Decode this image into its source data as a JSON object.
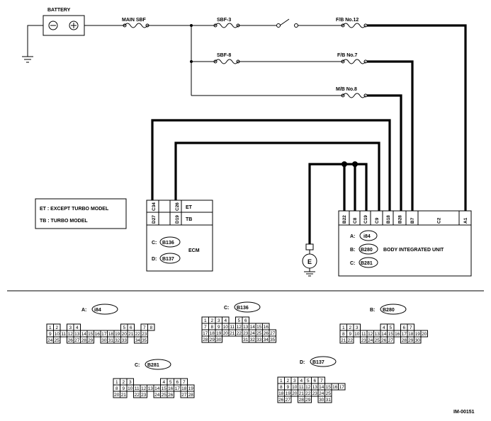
{
  "battery": {
    "label": "BATTERY",
    "minus": "⊖",
    "plus": "⊕"
  },
  "fuses": {
    "main_sbf": "MAIN SBF",
    "sbf3": "SBF-3",
    "sbf8": "SBF-8",
    "fb12": "F/B No.12",
    "fb7": "F/B No.7",
    "mb8": "M/B No.8"
  },
  "legend": {
    "et": "ET : EXCEPT TURBO MODEL",
    "tb": "TB : TURBO MODEL"
  },
  "ecm": {
    "name": "ECM",
    "pins_top": [
      "C34",
      "C26"
    ],
    "pins_bottom": [
      "D27",
      "D19"
    ],
    "row_et": "ET",
    "row_tb": "TB",
    "conn_c_label": "C:",
    "conn_c": "B136",
    "conn_d_label": "D:",
    "conn_d": "B137"
  },
  "ground_label": "E",
  "biu": {
    "name": "BODY INTEGRATED UNIT",
    "pins": [
      "B22",
      "C8",
      "C19",
      "C9",
      "B18",
      "B28",
      "B7",
      "C2",
      "A1"
    ],
    "conn_a_label": "A:",
    "conn_a": "i84",
    "conn_b_label": "B:",
    "conn_b": "B280",
    "conn_c_label": "C:",
    "conn_c": "B281"
  },
  "connectors": {
    "i84": {
      "label": "A:",
      "id": "i84",
      "rows": [
        [
          "1",
          "2",
          "",
          "3",
          "4",
          "",
          "",
          "",
          "",
          "",
          "",
          "5",
          "6",
          "",
          "7",
          "8"
        ],
        [
          "9",
          "10",
          "11",
          "12",
          "13",
          "14",
          "15",
          "16",
          "17",
          "18",
          "19",
          "20",
          "21",
          "22",
          "23"
        ],
        [
          "24",
          "25",
          "",
          "26",
          "27",
          "28",
          "29",
          "",
          "30",
          "31",
          "32",
          "33",
          "",
          "34",
          "35"
        ]
      ]
    },
    "b136": {
      "label": "C:",
      "id": "B136",
      "rows": [
        [
          "1",
          "2",
          "3",
          "4",
          "",
          "5",
          "6"
        ],
        [
          "7",
          "8",
          "9",
          "10",
          "11",
          "12",
          "13",
          "14",
          "15",
          "16"
        ],
        [
          "17",
          "18",
          "19",
          "20",
          "21",
          "22",
          "23",
          "24",
          "25",
          "26",
          "27"
        ],
        [
          "28",
          "29",
          "30",
          "",
          "",
          "",
          "31",
          "32",
          "33",
          "34",
          "35"
        ]
      ]
    },
    "b280": {
      "label": "B:",
      "id": "B280",
      "rows": [
        [
          "1",
          "2",
          "3",
          "",
          "",
          "",
          "4",
          "5",
          "",
          "6",
          "7"
        ],
        [
          "8",
          "9",
          "10",
          "11",
          "12",
          "13",
          "14",
          "15",
          "16",
          "17",
          "18",
          "19",
          "20"
        ],
        [
          "21",
          "22",
          "",
          "23",
          "24",
          "25",
          "26",
          "27",
          "",
          "28",
          "29",
          "30"
        ]
      ]
    },
    "b281": {
      "label": "C:",
      "id": "B281",
      "rows": [
        [
          "1",
          "2",
          "3",
          "",
          "",
          "",
          "",
          "4",
          "5",
          "6",
          "7"
        ],
        [
          "8",
          "9",
          "10",
          "11",
          "12",
          "13",
          "14",
          "15",
          "16",
          "17",
          "18",
          "19"
        ],
        [
          "20",
          "21",
          "",
          "22",
          "23",
          "",
          "24",
          "25",
          "26",
          "",
          "27",
          "28"
        ]
      ]
    },
    "b137": {
      "label": "D:",
      "id": "B137",
      "rows": [
        [
          "1",
          "2",
          "3",
          "4",
          "5",
          "6",
          "7"
        ],
        [
          "8",
          "9",
          "10",
          "11",
          "12",
          "13",
          "14",
          "15",
          "16",
          "17"
        ],
        [
          "18",
          "19",
          "20",
          "21",
          "22",
          "23",
          "24",
          "25"
        ],
        [
          "26",
          "27",
          "",
          "28",
          "29",
          "",
          "30",
          "31"
        ]
      ]
    }
  },
  "figure_id": "IM-00151"
}
